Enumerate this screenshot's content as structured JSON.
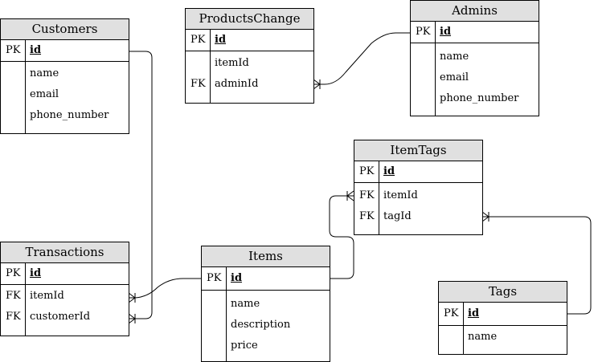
{
  "tables": {
    "customers": {
      "title": "Customers",
      "pk": {
        "key": "PK",
        "field": "id"
      },
      "fields": [
        {
          "key": "",
          "field": "name"
        },
        {
          "key": "",
          "field": "email"
        },
        {
          "key": "",
          "field": "phone_number"
        }
      ]
    },
    "products_change": {
      "title": "ProductsChange",
      "pk": {
        "key": "PK",
        "field": "id"
      },
      "fields": [
        {
          "key": "",
          "field": "itemId"
        },
        {
          "key": "FK",
          "field": "adminId"
        }
      ]
    },
    "admins": {
      "title": "Admins",
      "pk": {
        "key": "PK",
        "field": "id"
      },
      "fields": [
        {
          "key": "",
          "field": "name"
        },
        {
          "key": "",
          "field": "email"
        },
        {
          "key": "",
          "field": "phone_number"
        }
      ]
    },
    "item_tags": {
      "title": "ItemTags",
      "pk": {
        "key": "PK",
        "field": "id"
      },
      "fields": [
        {
          "key": "FK",
          "field": "itemId"
        },
        {
          "key": "FK",
          "field": "tagId"
        }
      ]
    },
    "transactions": {
      "title": "Transactions",
      "pk": {
        "key": "PK",
        "field": "id"
      },
      "fields": [
        {
          "key": "FK",
          "field": "itemId"
        },
        {
          "key": "FK",
          "field": "customerId"
        }
      ]
    },
    "items": {
      "title": "Items",
      "pk": {
        "key": "PK",
        "field": "id"
      },
      "fields": [
        {
          "key": "",
          "field": "name"
        },
        {
          "key": "",
          "field": "description"
        },
        {
          "key": "",
          "field": "price"
        }
      ]
    },
    "tags": {
      "title": "Tags",
      "pk": {
        "key": "PK",
        "field": "id"
      },
      "fields": [
        {
          "key": "",
          "field": "name"
        }
      ]
    }
  }
}
